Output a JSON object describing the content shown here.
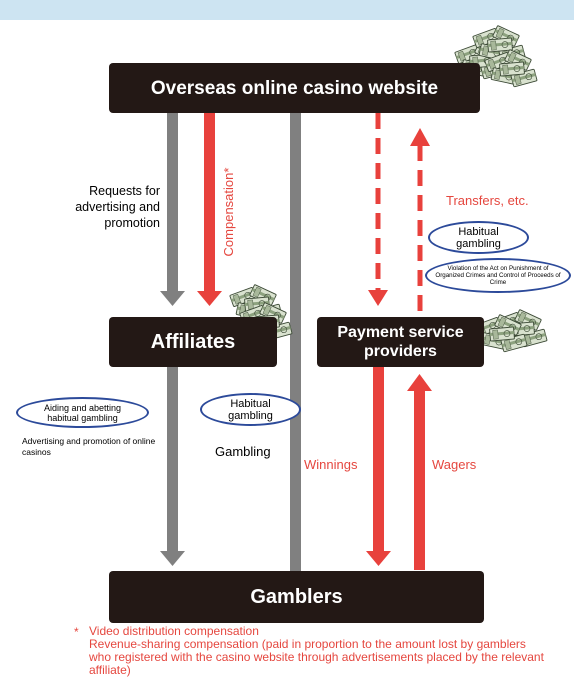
{
  "nodes": {
    "casino": "Overseas online casino website",
    "affiliates": "Affiliates",
    "payment": "Payment service providers",
    "gamblers": "Gamblers"
  },
  "labels": {
    "requests": "Requests for advertising and promotion",
    "compensation": "Compensation*",
    "transfers": "Transfers, etc.",
    "advertising": "Advertising and promotion of online casinos",
    "gambling": "Gambling",
    "winnings": "Winnings",
    "wagers": "Wagers"
  },
  "ovals": {
    "habitual_payment": "Habitual gambling",
    "organized_crimes": "Violation of the Act on Punishment of Organized Crimes and Control of Proceeds of Crime",
    "aiding": "Aiding and abetting habitual gambling",
    "habitual_affiliate": "Habitual gambling"
  },
  "footnote": {
    "marker": "*",
    "line1": "Video distribution compensation",
    "line2": "Revenue-sharing compensation (paid in proportion to the amount lost by gamblers who registered with the casino website through advertisements placed by the relevant affiliate)"
  },
  "colors": {
    "node_fill": "#231815",
    "gray_arrow": "#808080",
    "red_arrow": "#e8413c",
    "red_text": "#e5473f",
    "oval_border": "#2c4a9a",
    "header_band": "#cde4f2"
  },
  "icons": [
    "money-stack-icon"
  ]
}
